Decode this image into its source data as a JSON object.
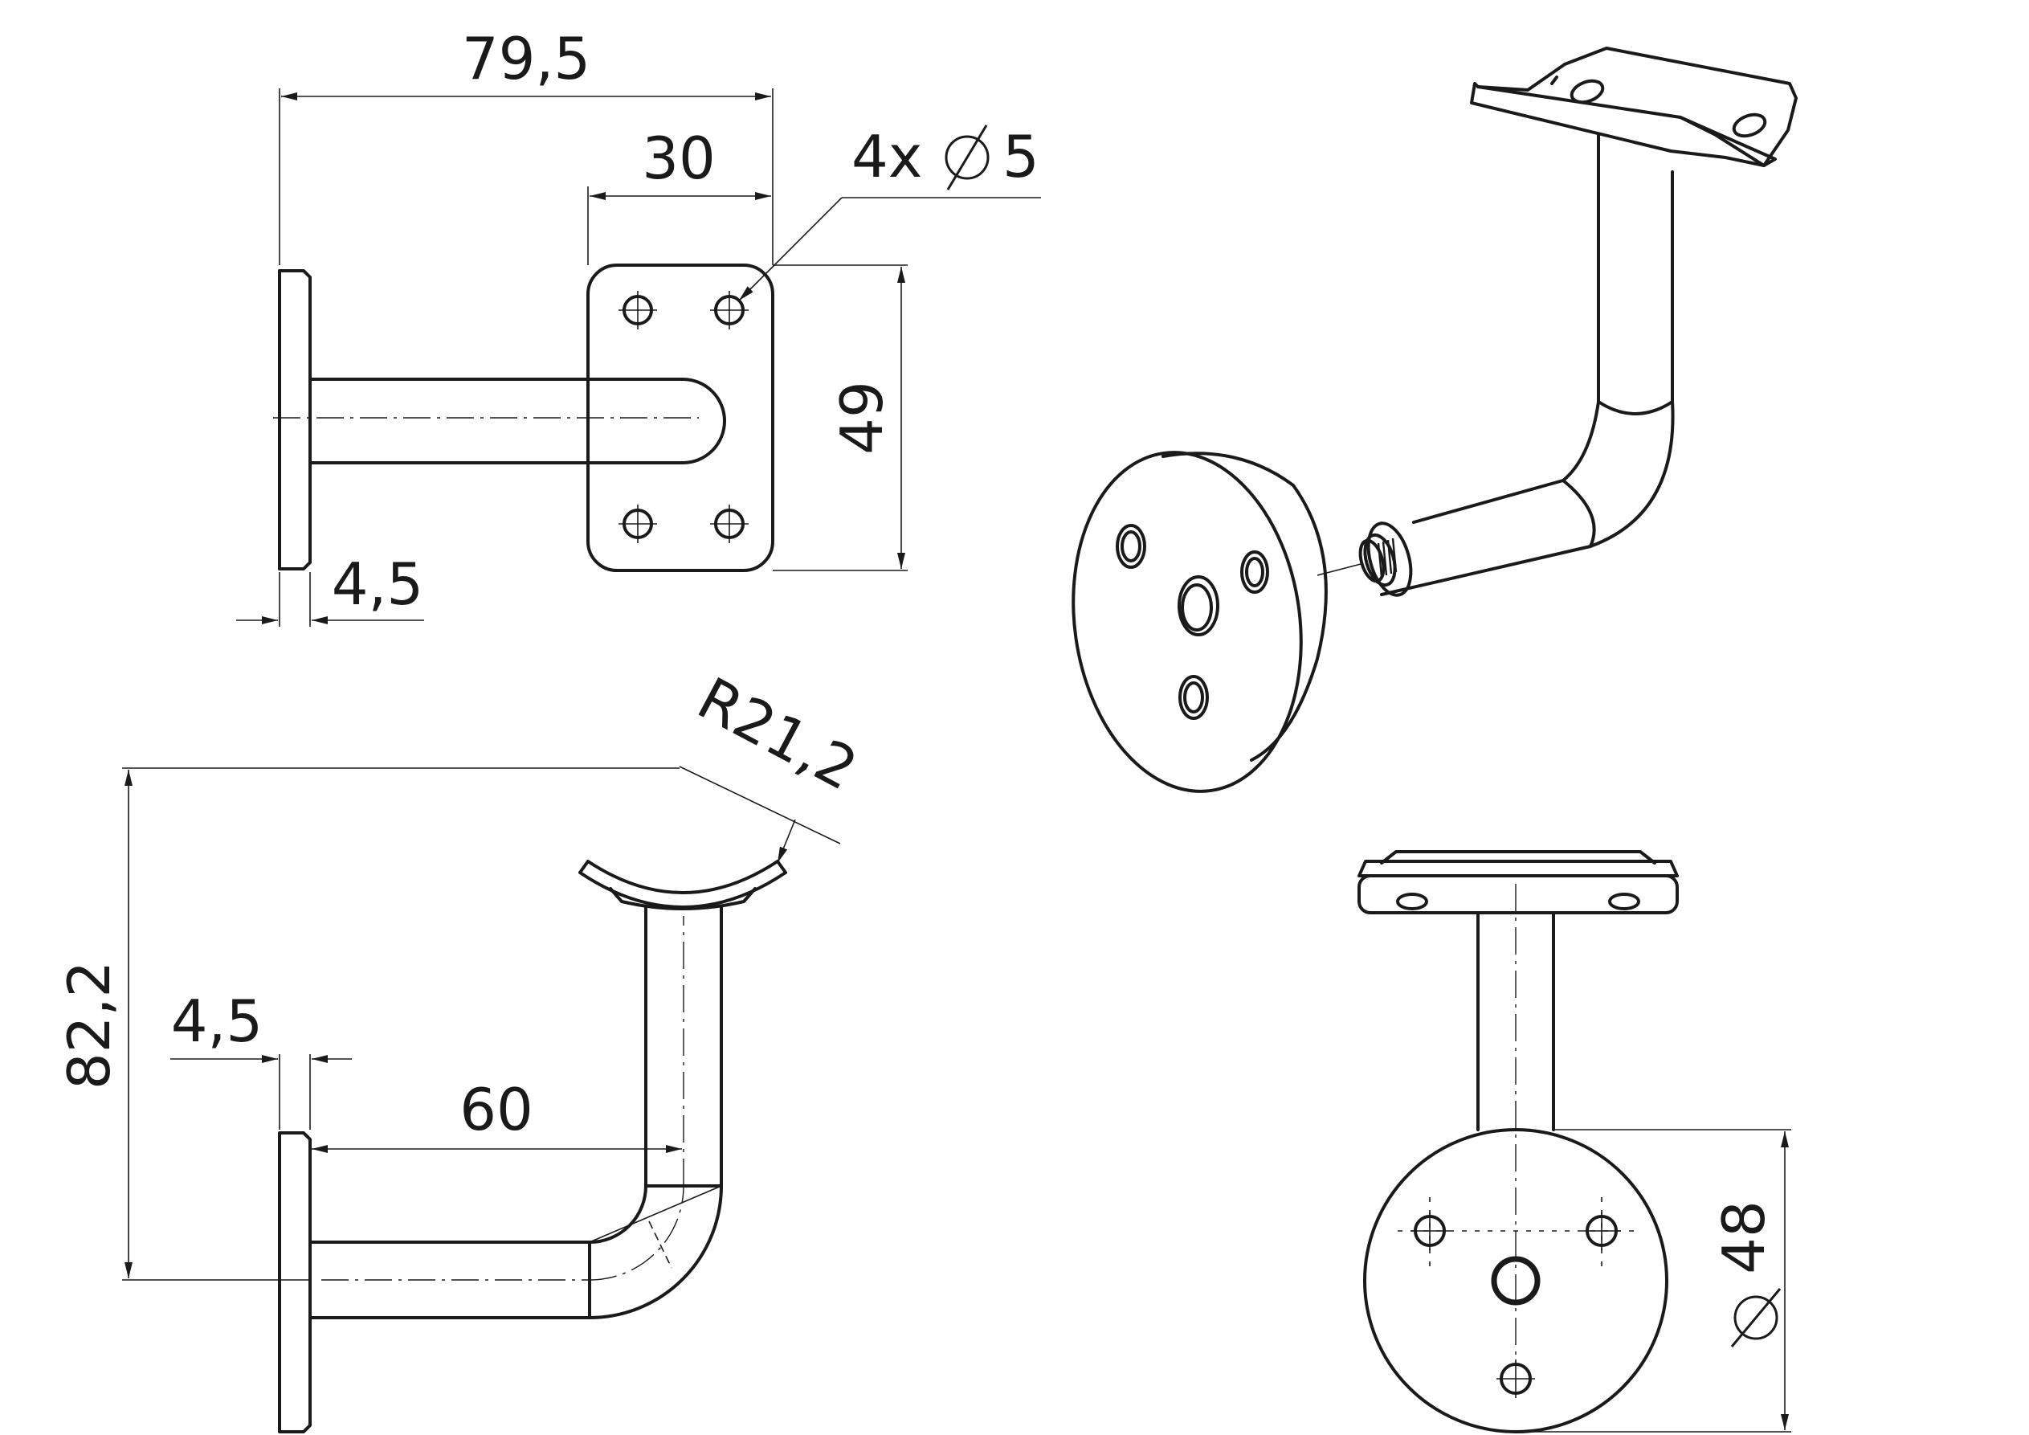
{
  "dimensions": {
    "top_view": {
      "overall_length": "79,5",
      "plate_width": "30",
      "holes": "4x",
      "hole_diameter": "5",
      "plate_height": "49",
      "base_thickness": "4,5"
    },
    "side_view": {
      "radius": "R21,2",
      "height": "82,2",
      "base_thickness": "4,5",
      "arm_length": "60"
    },
    "front_view": {
      "base_diameter": "48"
    }
  },
  "symbols": {
    "diameter_icon": "diameter-symbol"
  }
}
